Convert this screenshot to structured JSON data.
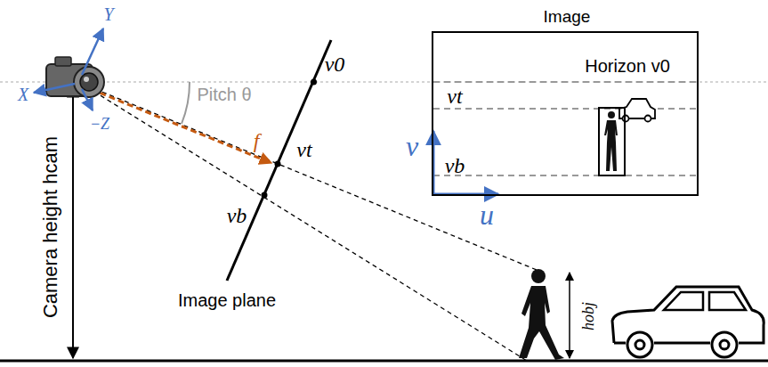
{
  "diagram": {
    "nodes": [
      {
        "text": [
          "Image",
          "Horizon v0",
          "vt",
          "vb"
        ]
      }
    ],
    "edges": [],
    "labels": [
      "Y",
      "X",
      "−Z",
      "Pitch θ",
      "v0",
      "f",
      "vt",
      "vb",
      "Camera height hcam",
      "Image plane",
      "hobj",
      "v",
      "u"
    ]
  }
}
